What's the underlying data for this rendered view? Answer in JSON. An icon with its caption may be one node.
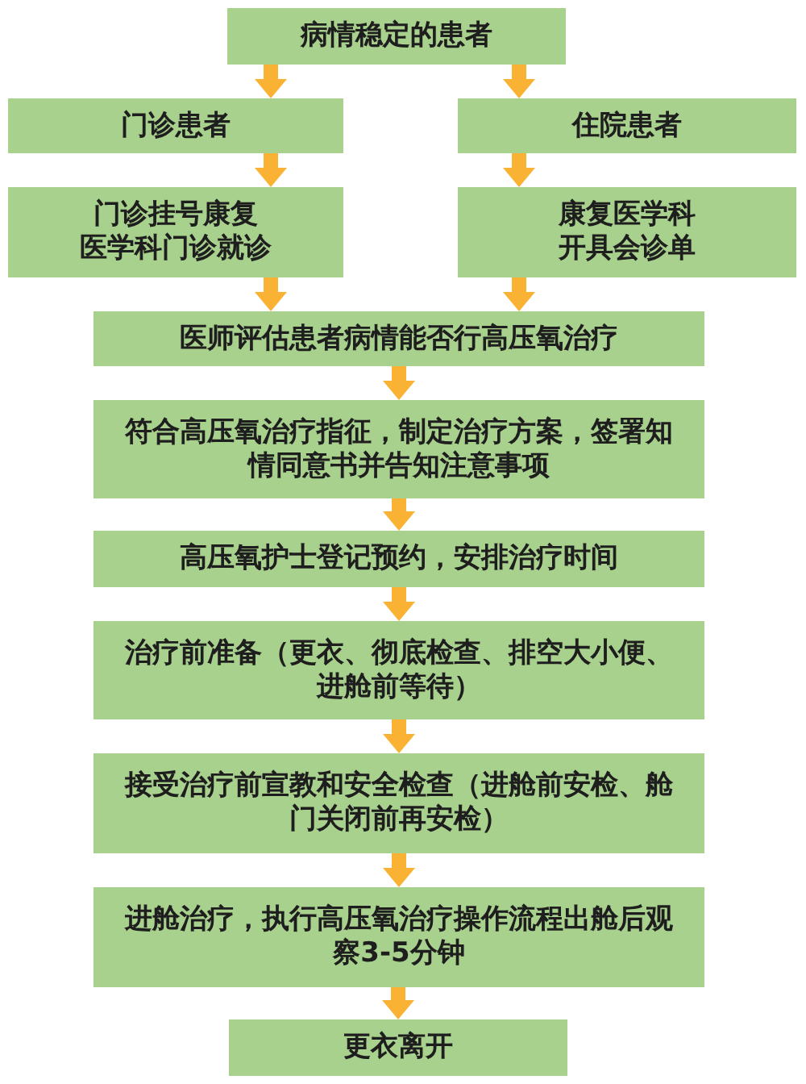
{
  "diagram": {
    "nodes": [
      {
        "text": [
          "病情稳定的患者"
        ]
      },
      {
        "text": [
          "门诊患者"
        ]
      },
      {
        "text": [
          "住院患者"
        ]
      },
      {
        "text": [
          "门诊挂号康复医学科门诊就诊"
        ]
      },
      {
        "text": [
          "康复医学科开具会诊单"
        ]
      },
      {
        "text": [
          "医师评估患者病情能否行高压氧治疗"
        ]
      },
      {
        "text": [
          "符合高压氧治疗指征，制定治疗方案，签署知情同意书并告知注意事项"
        ]
      },
      {
        "text": [
          "高压氧护士登记预约，安排治疗时间"
        ]
      },
      {
        "text": [
          "治疗前准备（更衣、彻底检查、排空大小便、进舱前等待）"
        ]
      },
      {
        "text": [
          "接受治疗前宣教和安全检查（进舱前安检、舱门关闭前再安检）"
        ]
      },
      {
        "text": [
          "进舱治疗，执行高压氧治疗操作流程出舱后观察3-5分钟"
        ]
      },
      {
        "text": [
          "更衣离开"
        ]
      }
    ],
    "edges": [
      {
        "from": 0,
        "to": 1,
        "arrow": "to"
      },
      {
        "from": 0,
        "to": 2,
        "arrow": "to"
      },
      {
        "from": 1,
        "to": 3,
        "arrow": "to"
      },
      {
        "from": 2,
        "to": 4,
        "arrow": "to"
      },
      {
        "from": 3,
        "to": 5,
        "arrow": "to"
      },
      {
        "from": 4,
        "to": 5,
        "arrow": "to"
      },
      {
        "from": 5,
        "to": 6,
        "arrow": "to"
      },
      {
        "from": 6,
        "to": 7,
        "arrow": "to"
      },
      {
        "from": 7,
        "to": 8,
        "arrow": "to"
      },
      {
        "from": 8,
        "to": 9,
        "arrow": "to"
      },
      {
        "from": 9,
        "to": 10,
        "arrow": "to"
      },
      {
        "from": 10,
        "to": 11,
        "arrow": "to"
      }
    ]
  }
}
